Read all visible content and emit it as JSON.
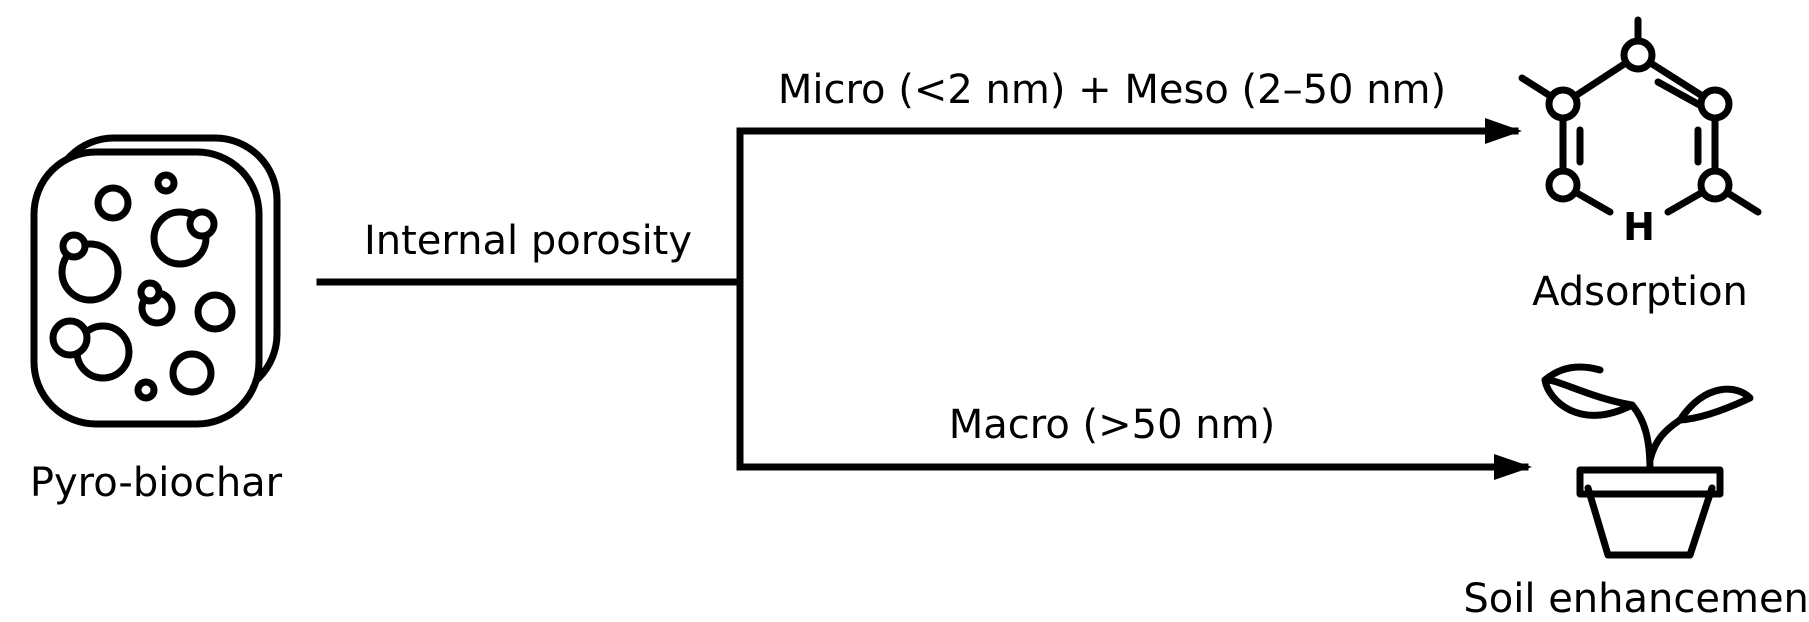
{
  "nodes": {
    "source": {
      "label": "Pyro-biochar",
      "icon": "porous-biochar-icon"
    },
    "adsorption": {
      "label": "Adsorption",
      "icon": "molecule-ring-icon"
    },
    "soil": {
      "label": "Soil enhancement",
      "icon": "potted-plant-icon"
    }
  },
  "edges": {
    "trunk": {
      "label": "Internal porosity"
    },
    "upper_branch": {
      "label": "Micro (<2 nm) + Meso (2–50 nm)"
    },
    "lower_branch": {
      "label": "Macro (>50 nm)"
    }
  },
  "ring_atom_letter": "H",
  "colors": {
    "stroke": "#000000",
    "background": "#ffffff"
  }
}
